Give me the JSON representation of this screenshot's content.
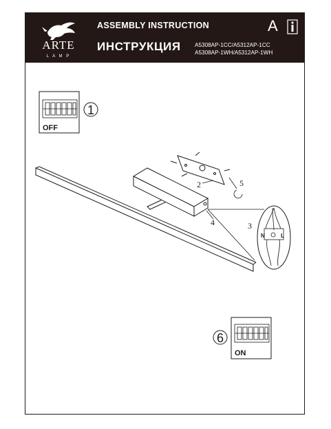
{
  "header": {
    "brand": "ARTE",
    "brand_sub": "L A M P",
    "title_en": "ASSEMBLY INSTRUCTION",
    "title_ru": "ИНСТРУКЦИЯ",
    "language": "A",
    "models": [
      "A5308AP-1CC/A5312AP-1CC",
      "A5308AP-1WH/A5312AP-1WH"
    ]
  },
  "steps": {
    "s1": "1",
    "s2": "2",
    "s3": "3",
    "s4": "4",
    "s5": "5",
    "s6": "6"
  },
  "switch_states": {
    "off": "OFF",
    "on": "ON"
  },
  "terminal_labels": {
    "neutral": "N",
    "live": "L"
  },
  "colors": {
    "header_bg": "#231815",
    "ink": "#1a1a1a"
  }
}
